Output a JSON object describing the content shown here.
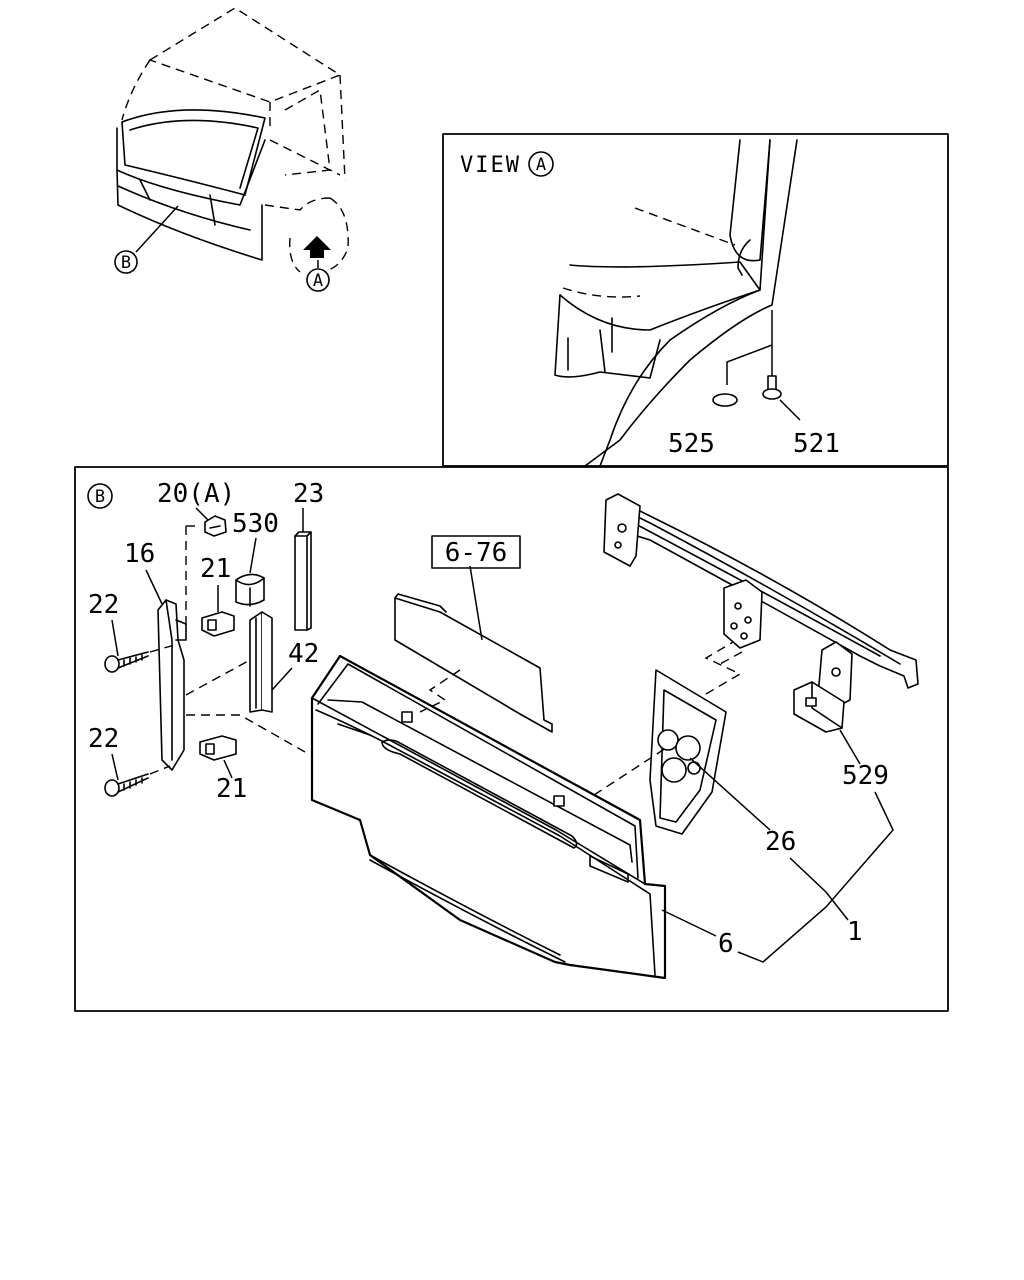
{
  "view": {
    "title": "VIEW",
    "ref": "A"
  },
  "overview": {
    "callout_b": "B",
    "callout_a": "A"
  },
  "detail_b": {
    "ref": "B"
  },
  "labels": {
    "p525": "525",
    "p521": "521",
    "p20a": "20(A)",
    "p23": "23",
    "p530": "530",
    "p16": "16",
    "p21_top": "21",
    "p22_top": "22",
    "p42": "42",
    "p6_76": "6-76",
    "p22_bottom": "22",
    "p21_bottom": "21",
    "p529": "529",
    "p26": "26",
    "p6": "6",
    "p1": "1"
  }
}
